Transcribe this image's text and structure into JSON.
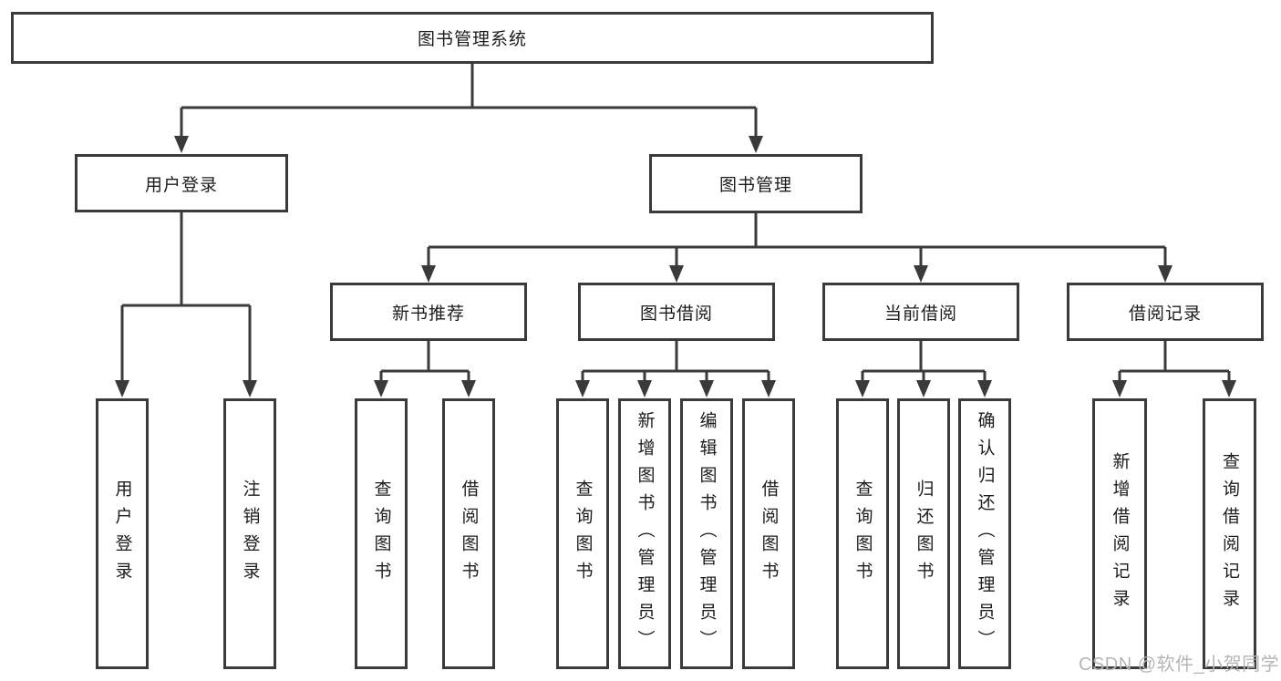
{
  "diagram_title": "图书管理系统",
  "colors": {
    "line": "#3a3a3a",
    "box_background": "#ffffff",
    "text": "#1c1c1c",
    "watermark": "#b6b6b6"
  },
  "watermark": {
    "text": "CSDN @软件_小贺同学"
  },
  "tree": {
    "root": {
      "label": "图书管理系统",
      "children": [
        {
          "label": "用户登录",
          "children": [
            {
              "label": "用户登录"
            },
            {
              "label": "注销登录"
            }
          ]
        },
        {
          "label": "图书管理",
          "children": [
            {
              "label": "新书推荐",
              "children": [
                {
                  "label": "查询图书"
                },
                {
                  "label": "借阅图书"
                }
              ]
            },
            {
              "label": "图书借阅",
              "children": [
                {
                  "label": "查询图书"
                },
                {
                  "label": "新增图书（管理员）"
                },
                {
                  "label": "编辑图书（管理员）"
                },
                {
                  "label": "借阅图书"
                }
              ]
            },
            {
              "label": "当前借阅",
              "children": [
                {
                  "label": "查询图书"
                },
                {
                  "label": "归还图书"
                },
                {
                  "label": "确认归还（管理员）"
                }
              ]
            },
            {
              "label": "借阅记录",
              "children": [
                {
                  "label": "新增借阅记录"
                },
                {
                  "label": "查询借阅记录"
                }
              ]
            }
          ]
        }
      ]
    }
  }
}
